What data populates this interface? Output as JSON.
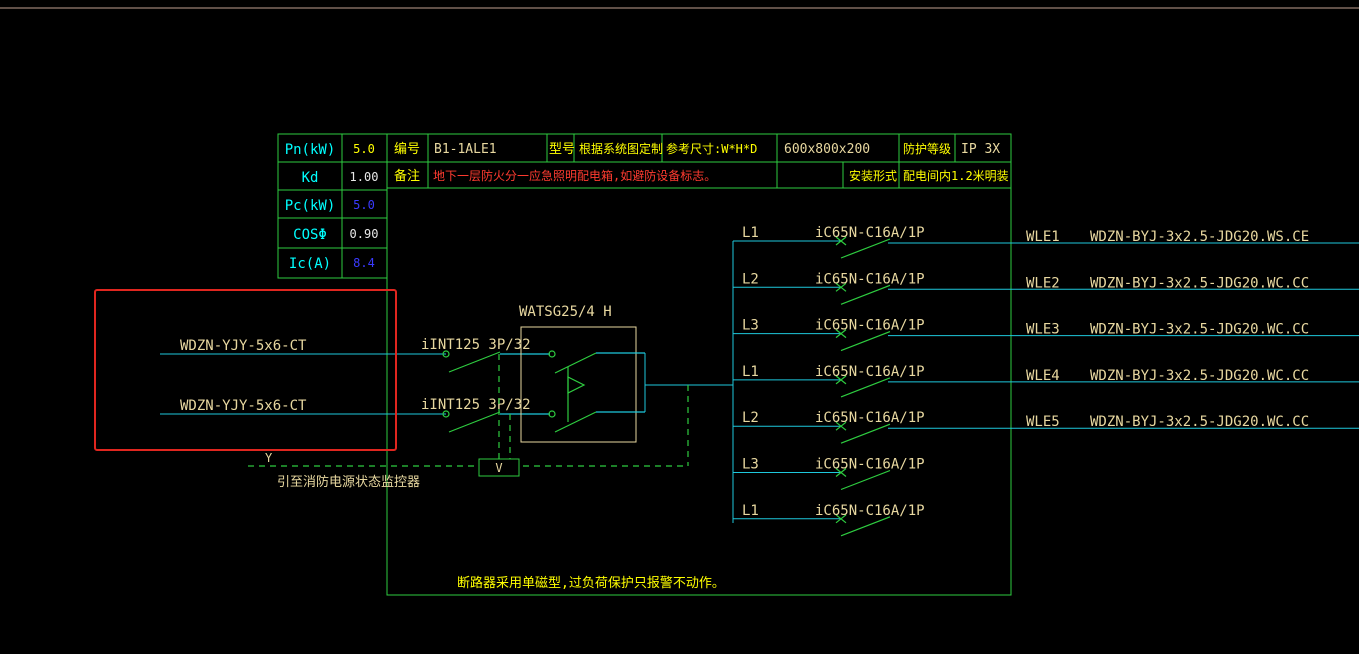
{
  "colors": {
    "background": "#000000",
    "frame": "#2ecc40",
    "cyan": "#1ec8dc",
    "text_label": "#e8d8a0",
    "text_cyan": "#00ffff",
    "text_yellow": "#ffff00",
    "text_red": "#ff3b30",
    "text_blue": "#3a3aff",
    "breaker": "#2ecc40",
    "highlight": "#e0261f"
  },
  "params_table": [
    {
      "label": "Pn(kW)",
      "value": "5.0"
    },
    {
      "label": "Kd",
      "value": "1.00"
    },
    {
      "label": "Pc(kW)",
      "value": "5.0"
    },
    {
      "label": "COSΦ",
      "value": "0.90"
    },
    {
      "label": "Ic(A)",
      "value": "8.4"
    }
  ],
  "header": {
    "number_label": "编号",
    "number_value": "B1-1ALE1",
    "model_label": "型号",
    "model_value": "根据系统图定制",
    "size_label": "参考尺寸:W*H*D",
    "size_value": "600x800x200",
    "protection_label": "防护等级",
    "protection_value": "IP 3X",
    "remark_label": "备注",
    "remark_value": "地下一层防火分一应急照明配电箱,如避防设备标志。",
    "install_label": "安装形式",
    "install_value": "配电间内1.2米明装"
  },
  "incoming": [
    {
      "cable": "WDZN-YJY-5x6-CT",
      "breaker": "iINT125 3P/32"
    },
    {
      "cable": "WDZN-YJY-5x6-CT",
      "breaker": "iINT125 3P/32"
    }
  ],
  "ats_label": "WATSG25/4 H",
  "monitor": {
    "y_label": "Y",
    "v_label": "V",
    "note": "引至消防电源状态监控器"
  },
  "branches": [
    {
      "phase": "L1",
      "breaker": "iC65N-C16A/1P",
      "circuit": "WLE1",
      "cable": "WDZN-BYJ-3x2.5-JDG20.WS.CE"
    },
    {
      "phase": "L2",
      "breaker": "iC65N-C16A/1P",
      "circuit": "WLE2",
      "cable": "WDZN-BYJ-3x2.5-JDG20.WC.CC"
    },
    {
      "phase": "L3",
      "breaker": "iC65N-C16A/1P",
      "circuit": "WLE3",
      "cable": "WDZN-BYJ-3x2.5-JDG20.WC.CC"
    },
    {
      "phase": "L1",
      "breaker": "iC65N-C16A/1P",
      "circuit": "WLE4",
      "cable": "WDZN-BYJ-3x2.5-JDG20.WC.CC"
    },
    {
      "phase": "L2",
      "breaker": "iC65N-C16A/1P",
      "circuit": "WLE5",
      "cable": "WDZN-BYJ-3x2.5-JDG20.WC.CC"
    },
    {
      "phase": "L3",
      "breaker": "iC65N-C16A/1P",
      "circuit": "",
      "cable": ""
    },
    {
      "phase": "L1",
      "breaker": "iC65N-C16A/1P",
      "circuit": "",
      "cable": ""
    }
  ],
  "footer_note": "断路器采用单磁型,过负荷保护只报警不动作。"
}
